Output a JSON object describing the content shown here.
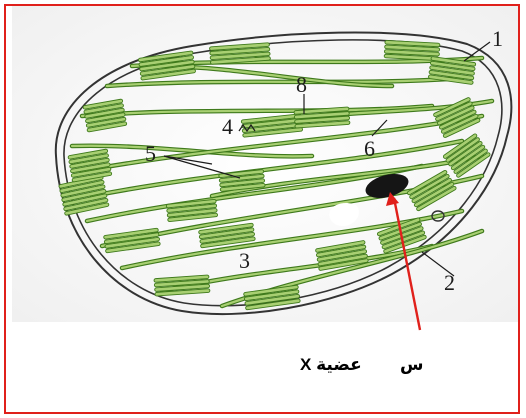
{
  "diagram": {
    "labels": {
      "outer_membrane": "1",
      "inner_membrane": "2",
      "stroma": "3",
      "connection": "4",
      "grana_stack": "5",
      "lamella": "6",
      "thylakoid": "8"
    },
    "colors": {
      "frame": "#e0201b",
      "arrow": "#e0201b",
      "thylakoid_fill": "#a8cf72",
      "thylakoid_stroke": "#3f7a1c",
      "membrane": "#333333",
      "dark_body": "#151515"
    }
  },
  "captions": {
    "organelle_x": "عضية X",
    "sin": "س"
  }
}
